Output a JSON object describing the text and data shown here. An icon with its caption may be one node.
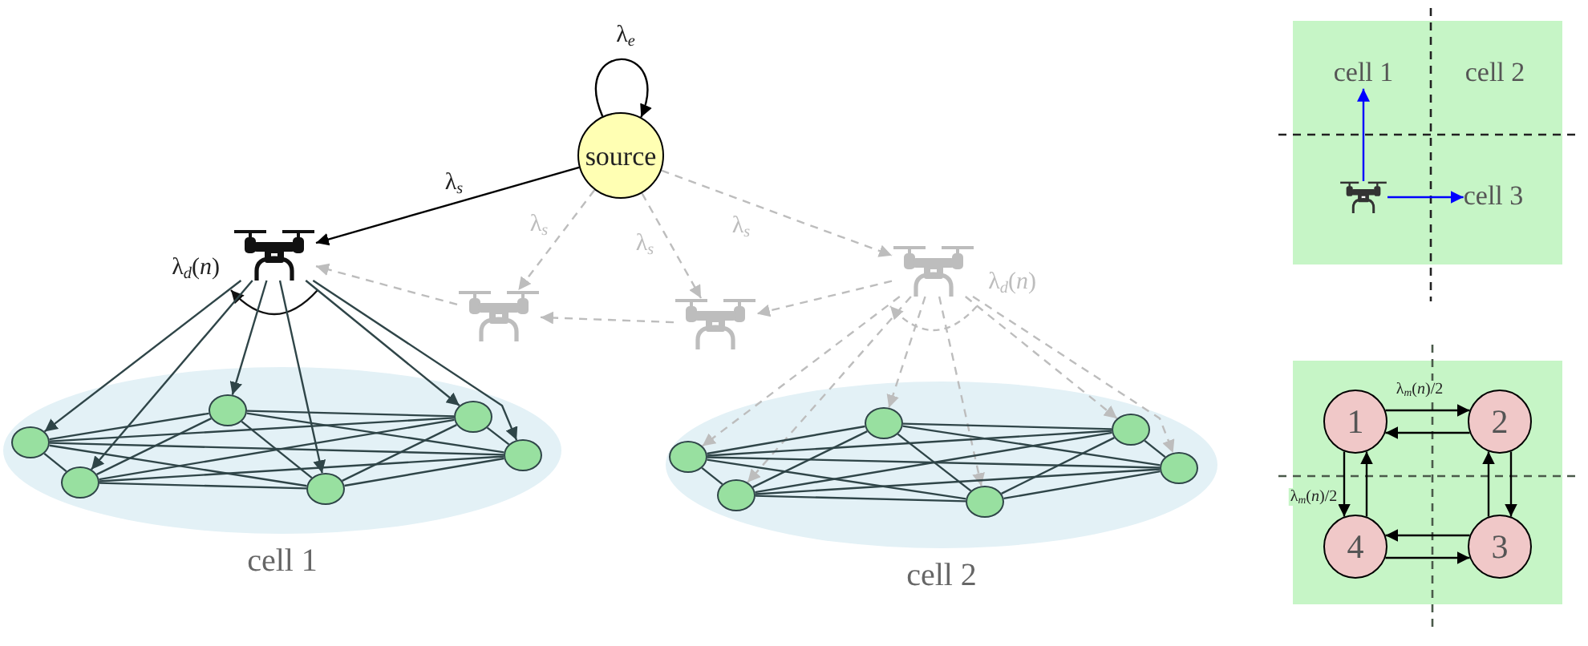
{
  "diagram": {
    "nodes": [
      {
        "text": [
          "source"
        ]
      },
      {
        "text": [],
        "shape": "picture",
        "beside": [
          "λ$_{d}$(*n*)"
        ]
      },
      {
        "text": [],
        "shape": "picture"
      },
      {
        "text": [],
        "shape": "picture"
      },
      {
        "text": [],
        "shape": "picture",
        "beside": [
          "λ$_{d}$(*n*)"
        ]
      },
      {
        "text": [
          "cell 1"
        ]
      },
      {
        "text": [],
        "shape": "circle",
        "in": 5
      },
      {
        "text": [],
        "shape": "circle",
        "in": 5
      },
      {
        "text": [],
        "shape": "circle",
        "in": 5
      },
      {
        "text": [],
        "shape": "circle",
        "in": 5
      },
      {
        "text": [],
        "shape": "circle",
        "in": 5
      },
      {
        "text": [],
        "shape": "circle",
        "in": 5
      },
      {
        "text": [
          "cell 2"
        ]
      },
      {
        "text": [],
        "shape": "circle",
        "in": 12
      },
      {
        "text": [],
        "shape": "circle",
        "in": 12
      },
      {
        "text": [],
        "shape": "circle",
        "in": 12
      },
      {
        "text": [],
        "shape": "circle",
        "in": 12
      },
      {
        "text": [],
        "shape": "circle",
        "in": 12
      },
      {
        "text": [],
        "shape": "circle",
        "in": 12
      },
      {
        "text": [],
        "shape": "box"
      },
      {
        "text": [
          "cell 1"
        ],
        "in": 19
      },
      {
        "text": [
          "cell 3"
        ],
        "in": 19
      },
      {
        "text": [],
        "shape": "picture",
        "in": 19
      },
      {
        "text": [],
        "shape": "box"
      },
      {
        "text": [
          "1"
        ],
        "in": 23
      },
      {
        "text": [
          "2"
        ],
        "in": 23
      },
      {
        "text": [
          "4"
        ],
        "in": 23
      },
      {
        "text": [
          "3"
        ],
        "in": 23
      }
    ],
    "edges": [
      {
        "from": 0,
        "to": 0,
        "arrow": "to",
        "label": "λ$_{e}$",
        "color": "#000000"
      },
      {
        "from": 0,
        "to": 1,
        "arrow": "to",
        "label": "λ$_{s}$",
        "color": "#000000"
      },
      {
        "from": 0,
        "to": 2,
        "arrow": "to",
        "label": "λ$_{s}$",
        "style": "dashed",
        "color": "#bdbdbd"
      },
      {
        "from": 0,
        "to": 3,
        "arrow": "to",
        "label": "λ$_{s}$",
        "style": "dashed",
        "color": "#bdbdbd"
      },
      {
        "from": 0,
        "to": 4,
        "arrow": "to",
        "label": "λ$_{s}$",
        "style": "dashed",
        "color": "#bdbdbd"
      },
      {
        "from": 2,
        "to": 1,
        "arrow": "to",
        "style": "dashed",
        "color": "#bdbdbd"
      },
      {
        "from": 3,
        "to": 2,
        "arrow": "to",
        "style": "dashed",
        "color": "#bdbdbd"
      },
      {
        "from": 4,
        "to": 3,
        "arrow": "to",
        "style": "dashed",
        "color": "#bdbdbd"
      },
      {
        "from": 1,
        "to": 6,
        "arrow": "to"
      },
      {
        "from": 1,
        "to": 7,
        "arrow": "to"
      },
      {
        "from": 1,
        "to": 8,
        "arrow": "to"
      },
      {
        "from": 1,
        "to": 9,
        "arrow": "to"
      },
      {
        "from": 1,
        "to": 10,
        "arrow": "to"
      },
      {
        "from": 1,
        "to": 11,
        "arrow": "to"
      },
      {
        "from": 6,
        "to": 7,
        "arrow": "none"
      },
      {
        "from": 6,
        "to": 8,
        "arrow": "none"
      },
      {
        "from": 6,
        "to": 9,
        "arrow": "none"
      },
      {
        "from": 6,
        "to": 10,
        "arrow": "none"
      },
      {
        "from": 6,
        "to": 11,
        "arrow": "none"
      },
      {
        "from": 7,
        "to": 8,
        "arrow": "none"
      },
      {
        "from": 7,
        "to": 9,
        "arrow": "none"
      },
      {
        "from": 7,
        "to": 10,
        "arrow": "none"
      },
      {
        "from": 7,
        "to": 11,
        "arrow": "none"
      },
      {
        "from": 8,
        "to": 9,
        "arrow": "none"
      },
      {
        "from": 8,
        "to": 10,
        "arrow": "none"
      },
      {
        "from": 8,
        "to": 11,
        "arrow": "none"
      },
      {
        "from": 9,
        "to": 10,
        "arrow": "none"
      },
      {
        "from": 9,
        "to": 11,
        "arrow": "none"
      },
      {
        "from": 10,
        "to": 11,
        "arrow": "none"
      },
      {
        "from": 4,
        "to": 13,
        "arrow": "to",
        "style": "dashed",
        "color": "#bdbdbd"
      },
      {
        "from": 4,
        "to": 14,
        "arrow": "to",
        "style": "dashed",
        "color": "#bdbdbd"
      },
      {
        "from": 4,
        "to": 15,
        "arrow": "to",
        "style": "dashed",
        "color": "#bdbdbd"
      },
      {
        "from": 4,
        "to": 16,
        "arrow": "to",
        "style": "dashed",
        "color": "#bdbdbd"
      },
      {
        "from": 4,
        "to": 17,
        "arrow": "to",
        "style": "dashed",
        "color": "#bdbdbd"
      },
      {
        "from": 4,
        "to": 18,
        "arrow": "to",
        "style": "dashed",
        "color": "#bdbdbd"
      },
      {
        "from": 13,
        "to": 14,
        "arrow": "none"
      },
      {
        "from": 13,
        "to": 15,
        "arrow": "none"
      },
      {
        "from": 13,
        "to": 16,
        "arrow": "none"
      },
      {
        "from": 13,
        "to": 17,
        "arrow": "none"
      },
      {
        "from": 13,
        "to": 18,
        "arrow": "none"
      },
      {
        "from": 14,
        "to": 15,
        "arrow": "none"
      },
      {
        "from": 14,
        "to": 16,
        "arrow": "none"
      },
      {
        "from": 14,
        "to": 17,
        "arrow": "none"
      },
      {
        "from": 14,
        "to": 18,
        "arrow": "none"
      },
      {
        "from": 15,
        "to": 16,
        "arrow": "none"
      },
      {
        "from": 15,
        "to": 17,
        "arrow": "none"
      },
      {
        "from": 15,
        "to": 18,
        "arrow": "none"
      },
      {
        "from": 16,
        "to": 17,
        "arrow": "none"
      },
      {
        "from": 16,
        "to": 18,
        "arrow": "none"
      },
      {
        "from": 17,
        "to": 18,
        "arrow": "none"
      },
      {
        "from": 22,
        "to": 20,
        "arrow": "to",
        "color": "#0000ff"
      },
      {
        "from": 22,
        "to": 21,
        "arrow": "to",
        "color": "#0000ff"
      },
      {
        "from": 24,
        "to": 25,
        "arrow": "to",
        "label": "λ$_{m}$(*n*)/2",
        "color": "#000000"
      },
      {
        "from": 25,
        "to": 24,
        "arrow": "to",
        "color": "#000000"
      },
      {
        "from": 25,
        "to": 27,
        "arrow": "to",
        "color": "#000000"
      },
      {
        "from": 27,
        "to": 25,
        "arrow": "to",
        "color": "#000000"
      },
      {
        "from": 27,
        "to": 26,
        "arrow": "to",
        "color": "#000000"
      },
      {
        "from": 26,
        "to": 27,
        "arrow": "to",
        "color": "#000000"
      },
      {
        "from": 24,
        "to": 26,
        "arrow": "to",
        "label": "λ$_{m}$(*n*)/2",
        "color": "#000000"
      },
      {
        "from": 26,
        "to": 24,
        "arrow": "to",
        "color": "#000000"
      }
    ],
    "labels": [
      "cell 2"
    ]
  }
}
